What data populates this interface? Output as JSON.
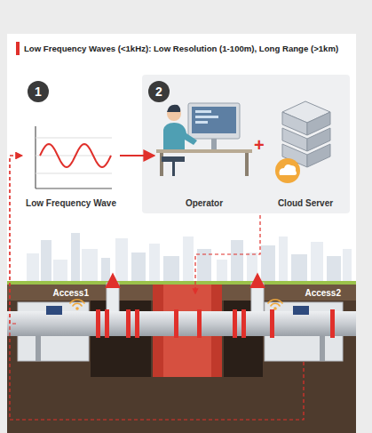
{
  "diagram": {
    "title": "Low Frequency Waves (<1kHz): Low Resolution (1-100m), Long Range (>1km)",
    "nodes": [
      {
        "text": [
          "1"
        ]
      },
      {
        "text": [
          "Low Frequency Wave"
        ]
      },
      {
        "text": [
          "2"
        ]
      },
      {
        "text": [
          "Operator"
        ]
      },
      {
        "text": [
          "Cloud Server"
        ]
      },
      {
        "text": [
          "Access1"
        ]
      },
      {
        "text": [
          "Access2"
        ]
      }
    ],
    "edges": [
      {
        "from": 1,
        "to": 3,
        "arrow": "to"
      },
      {
        "from": 5,
        "to": 1,
        "arrow": "to"
      },
      {
        "from": 6,
        "to": 1,
        "arrow": "to"
      }
    ],
    "labels": [
      "+"
    ]
  }
}
